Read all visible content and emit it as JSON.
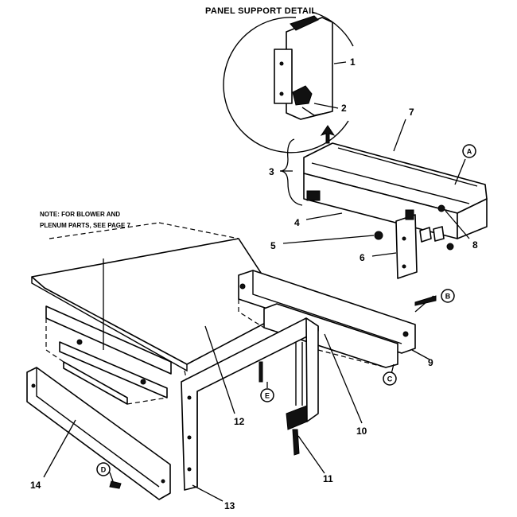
{
  "title": "PANEL SUPPORT DETAIL",
  "note": {
    "line1": "NOTE: FOR BLOWER AND",
    "line2": "PLENUM PARTS, SEE PAGE 7"
  },
  "callouts": [
    "1",
    "2",
    "3",
    "4",
    "5",
    "6",
    "7",
    "8",
    "9",
    "10",
    "11",
    "12",
    "13",
    "14"
  ],
  "circled_refs": [
    "A",
    "B",
    "C",
    "D",
    "E"
  ]
}
